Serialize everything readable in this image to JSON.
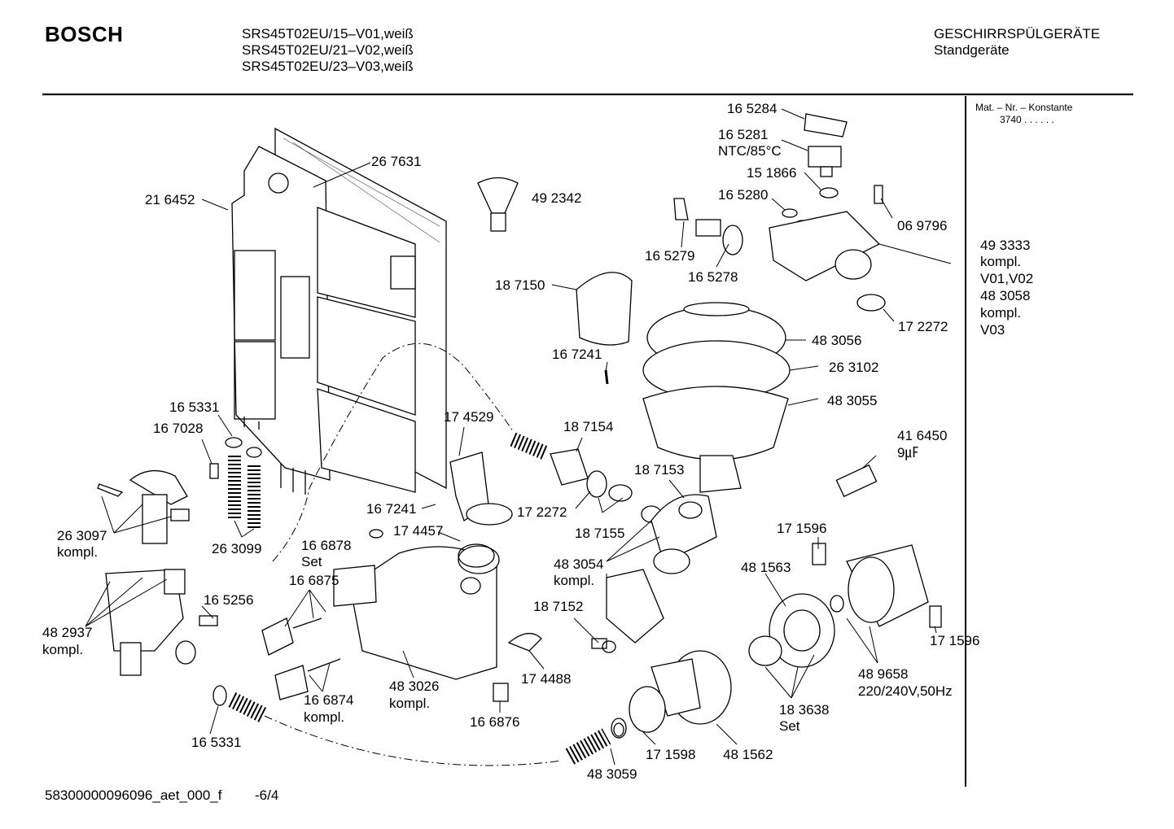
{
  "header": {
    "brand": "BOSCH",
    "models": [
      "SRS45T02EU/15–V01,weiß",
      "SRS45T02EU/21–V02,weiß",
      "SRS45T02EU/23–V03,weiß"
    ],
    "category": "GESCHIRRSPÜLGERÄTE",
    "subcategory": "Standgeräte"
  },
  "sidebar": {
    "constant_label": "Mat. – Nr. – Konstante",
    "constant_value": "3740 . . . . . .",
    "note_lines": [
      "49 3333",
      "kompl.",
      "V01,V02",
      "48 3058",
      "kompl.",
      "V03"
    ]
  },
  "footer": {
    "doc_id": "58300000096096_aet_000_f",
    "page": "-6/4"
  },
  "labels": [
    {
      "id": "l-165284",
      "text": "16 5284"
    },
    {
      "id": "l-165281",
      "text": "16 5281"
    },
    {
      "id": "l-ntc",
      "text": "NTC/85°C"
    },
    {
      "id": "l-151866",
      "text": "15 1866"
    },
    {
      "id": "l-165280",
      "text": "16 5280"
    },
    {
      "id": "l-069796",
      "text": "06 9796"
    },
    {
      "id": "l-165279",
      "text": "16 5279"
    },
    {
      "id": "l-165278",
      "text": "16 5278"
    },
    {
      "id": "l-172272a",
      "text": "17 2272"
    },
    {
      "id": "l-267631",
      "text": "26 7631"
    },
    {
      "id": "l-216452",
      "text": "21 6452"
    },
    {
      "id": "l-492342",
      "text": "49 2342"
    },
    {
      "id": "l-187150",
      "text": "18 7150"
    },
    {
      "id": "l-483056",
      "text": "48 3056"
    },
    {
      "id": "l-167241a",
      "text": "16 7241"
    },
    {
      "id": "l-263102",
      "text": "26 3102"
    },
    {
      "id": "l-483055",
      "text": "48 3055"
    },
    {
      "id": "l-165331a",
      "text": "16 5331"
    },
    {
      "id": "l-167028",
      "text": "16 7028"
    },
    {
      "id": "l-174529",
      "text": "17 4529"
    },
    {
      "id": "l-187154",
      "text": "18 7154"
    },
    {
      "id": "l-416450",
      "text": "41 6450"
    },
    {
      "id": "l-9mf",
      "text": "9㎌"
    },
    {
      "id": "l-187153",
      "text": "18 7153"
    },
    {
      "id": "l-167241b",
      "text": "16 7241"
    },
    {
      "id": "l-172272b",
      "text": "17 2272"
    },
    {
      "id": "l-174457",
      "text": "17 4457"
    },
    {
      "id": "l-263097",
      "text": "26 3097"
    },
    {
      "id": "l-kompl-a",
      "text": "kompl."
    },
    {
      "id": "l-166878",
      "text": "16 6878"
    },
    {
      "id": "l-set-a",
      "text": "Set"
    },
    {
      "id": "l-187155",
      "text": "18 7155"
    },
    {
      "id": "l-171596a",
      "text": "17 1596"
    },
    {
      "id": "l-263099",
      "text": "26 3099"
    },
    {
      "id": "l-483054",
      "text": "48 3054"
    },
    {
      "id": "l-kompl-b",
      "text": "kompl."
    },
    {
      "id": "l-481563",
      "text": "48 1563"
    },
    {
      "id": "l-166875",
      "text": "16 6875"
    },
    {
      "id": "l-165256",
      "text": "16 5256"
    },
    {
      "id": "l-187152",
      "text": "18 7152"
    },
    {
      "id": "l-482937",
      "text": "48 2937"
    },
    {
      "id": "l-kompl-c",
      "text": "kompl."
    },
    {
      "id": "l-171596b",
      "text": "17 1596"
    },
    {
      "id": "l-174488",
      "text": "17 4488"
    },
    {
      "id": "l-489658",
      "text": "48 9658"
    },
    {
      "id": "l-220v",
      "text": "220/240V,50Hz"
    },
    {
      "id": "l-483026",
      "text": "48 3026"
    },
    {
      "id": "l-kompl-d",
      "text": "kompl."
    },
    {
      "id": "l-183638",
      "text": "18 3638"
    },
    {
      "id": "l-set-b",
      "text": "Set"
    },
    {
      "id": "l-166874",
      "text": "16 6874"
    },
    {
      "id": "l-kompl-e",
      "text": "kompl."
    },
    {
      "id": "l-166876",
      "text": "16 6876"
    },
    {
      "id": "l-165331b",
      "text": "16 5331"
    },
    {
      "id": "l-171598",
      "text": "17 1598"
    },
    {
      "id": "l-481562",
      "text": "48 1562"
    },
    {
      "id": "l-483059",
      "text": "48 3059"
    }
  ]
}
